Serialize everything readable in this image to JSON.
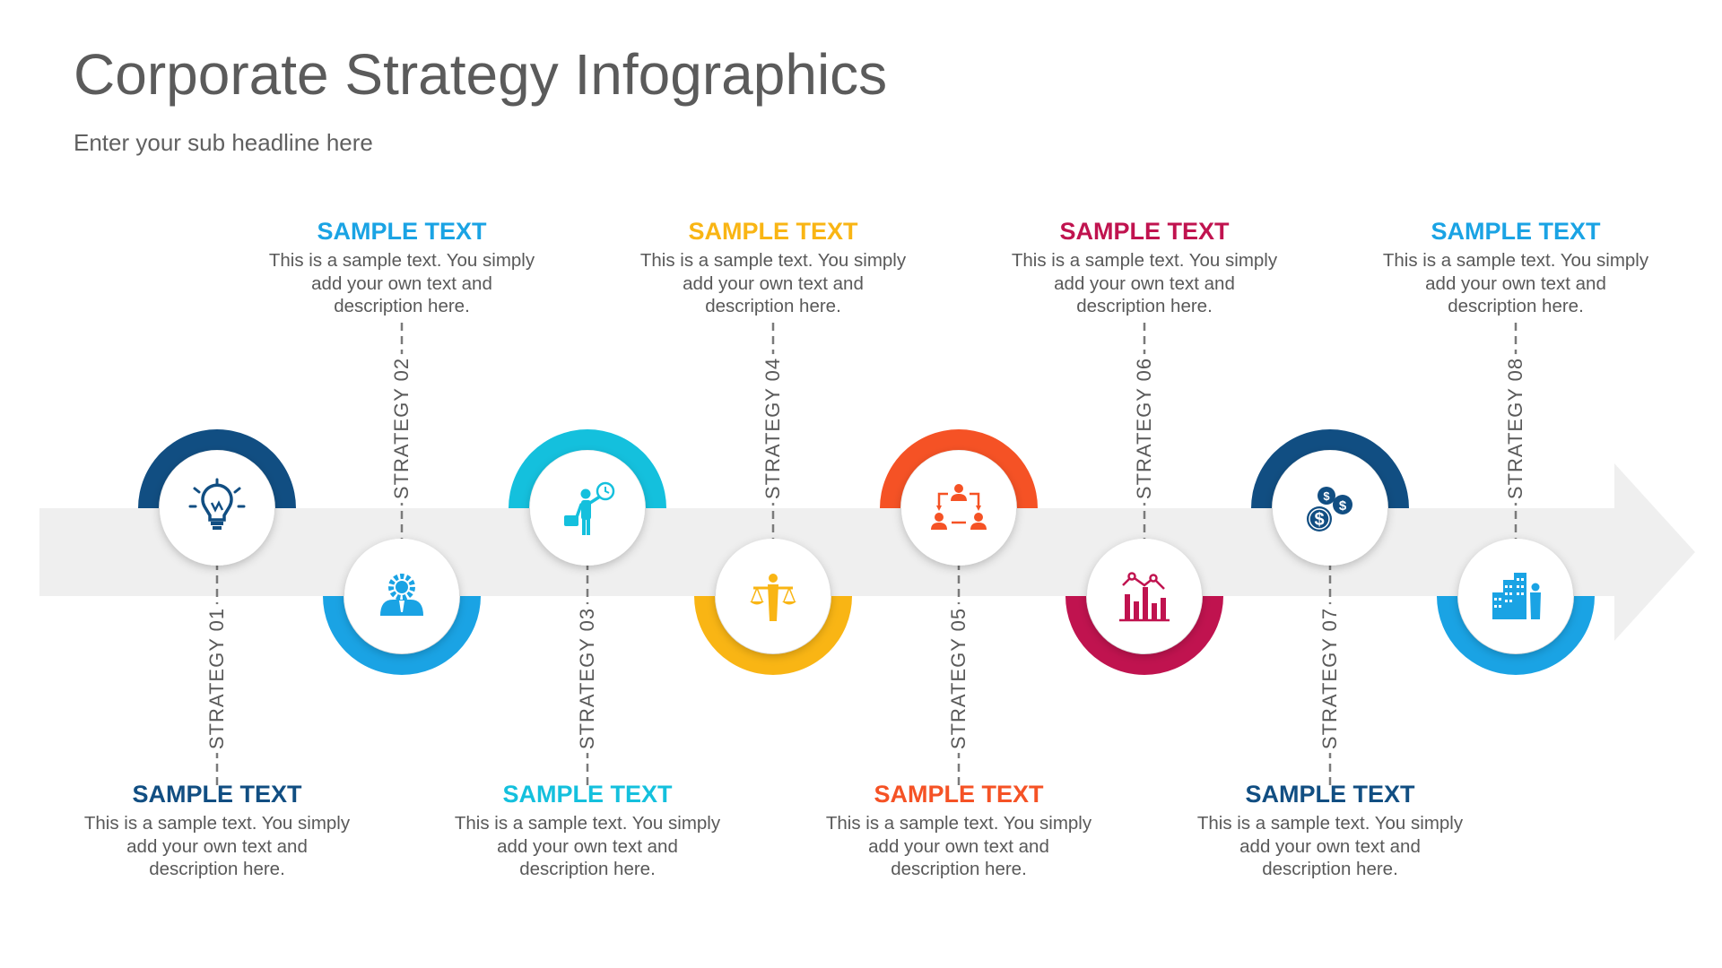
{
  "title": "Corporate Strategy Infographics",
  "subtitle": "Enter your sub headline here",
  "steps": [
    {
      "label": "STRATEGY 01",
      "heading": "SAMPLE TEXT",
      "text": "This is a sample text. You simply add your own text and description here.",
      "color": "#114e82",
      "icon": "lightbulb-icon"
    },
    {
      "label": "STRATEGY 02",
      "heading": "SAMPLE TEXT",
      "text": "This is a sample text. You simply add your own text and description here.",
      "color": "#1aa3e4",
      "icon": "user-gear-icon"
    },
    {
      "label": "STRATEGY 03",
      "heading": "SAMPLE TEXT",
      "text": "This is a sample text. You simply add your own text and description here.",
      "color": "#14c0dd",
      "icon": "businessman-clock-icon"
    },
    {
      "label": "STRATEGY 04",
      "heading": "SAMPLE TEXT",
      "text": "This is a sample text. You simply add your own text and description here.",
      "color": "#f9b514",
      "icon": "scales-person-icon"
    },
    {
      "label": "STRATEGY 05",
      "heading": "SAMPLE TEXT",
      "text": "This is a sample text. You simply add your own text and description here.",
      "color": "#f55225",
      "icon": "team-network-icon"
    },
    {
      "label": "STRATEGY 06",
      "heading": "SAMPLE TEXT",
      "text": "This is a sample text. You simply add your own text and description here.",
      "color": "#c0134f",
      "icon": "bar-chart-icon"
    },
    {
      "label": "STRATEGY 07",
      "heading": "SAMPLE TEXT",
      "text": "This is a sample text. You simply add your own text and description here.",
      "color": "#114e82",
      "icon": "dollar-coins-icon"
    },
    {
      "label": "STRATEGY 08",
      "heading": "SAMPLE TEXT",
      "text": "This is a sample text. You simply add your own text and description here.",
      "color": "#1aa3e4",
      "icon": "city-person-icon"
    }
  ]
}
